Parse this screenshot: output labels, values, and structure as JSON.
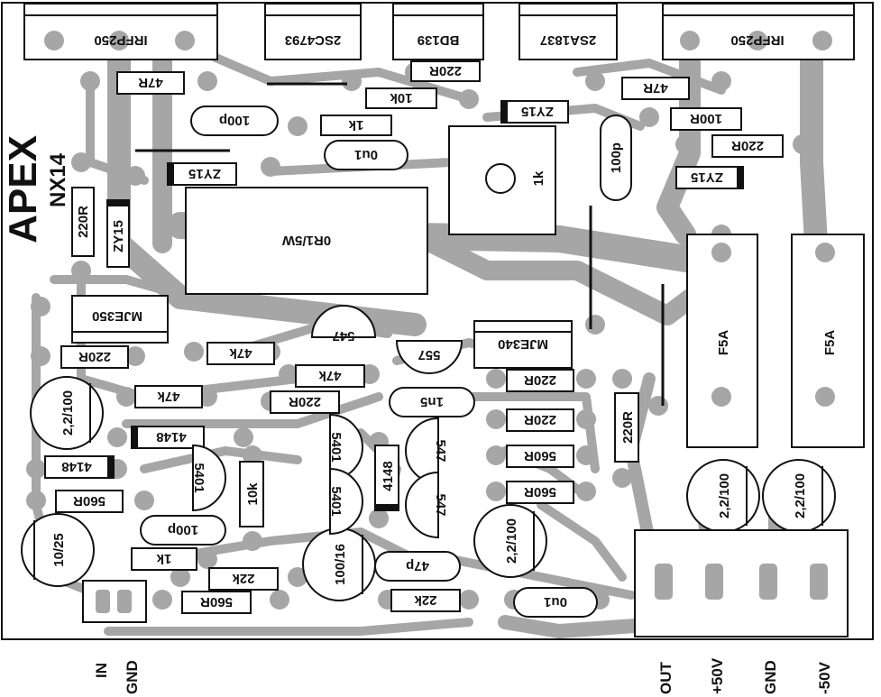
{
  "brand": "APEX",
  "model": "NX14",
  "transistors": {
    "irfp250_left": "IRFP250",
    "q_2sc4793": "2SC4793",
    "q_bd139": "BD139",
    "q_2sa1837": "2SA1837",
    "irfp250_right": "IRFP250",
    "mje350": "MJE350",
    "mje340": "MJE340"
  },
  "resistors": {
    "r_47r_top_left": "47R",
    "r_220r_top": "220R",
    "r_10k_top": "10k",
    "r_1k_top": "1k",
    "r_47r_top_right": "47R",
    "r_100r_right": "100R",
    "r_220r_right": "220R",
    "r_220r_left_vertical": "220R",
    "r_0r1_5w": "0R1/5W",
    "trimmer_1k": "1k",
    "r_220r_left": "220R",
    "r_47k_a": "47k",
    "r_47k_b": "47k",
    "r_47k_c": "47k",
    "r_220r_mid": "220R",
    "r_220r_center_a": "220R",
    "r_220r_center_b": "220R",
    "r_560r_center_a": "560R",
    "r_560r_center_b": "560R",
    "r_220r_vertical_right": "220R",
    "r_560r_left": "560R",
    "r_10k_vertical": "10k",
    "r_1k_bottom": "1k",
    "r_22k_a": "22k",
    "r_560r_bottom": "560R",
    "r_22k_b": "22k"
  },
  "zeners": {
    "zy15_a": "ZY15",
    "zy15_b": "ZY15",
    "zy15_c": "ZY15",
    "zy15_d": "ZY15"
  },
  "diodes": {
    "d_4148_a": "4148",
    "d_4148_b": "4148",
    "d_4148_c": "4148"
  },
  "capacitors": {
    "c_100p_top": "100p",
    "c_0u1_top": "0u1",
    "c_100p_vertical": "100p",
    "c_2_2_100_left": "2,2/100",
    "c_10_25": "10/25",
    "c_100p_bottom": "100p",
    "c_1n5": "1n5",
    "c_100_16": "100/16",
    "c_47p": "47p",
    "c_2_2_100_center": "2,2/100",
    "c_0u1_bottom": "0u1",
    "c_2_2_100_pos": "2,2/100",
    "c_2_2_100_neg": "2,2/100"
  },
  "small_transistors": {
    "t_547_a": "547",
    "t_557": "557",
    "t_5401_a": "5401",
    "t_547_b": "547",
    "t_5401_b": "5401",
    "t_5401_c": "5401",
    "t_547_c": "547"
  },
  "fuses": {
    "fuse_left": "F5A",
    "fuse_right": "F5A"
  },
  "connectors": {
    "in": "IN",
    "gnd_in": "GND",
    "out": "OUT",
    "plus50v": "+50V",
    "gnd_power": "GND",
    "minus50v": "-50V"
  }
}
